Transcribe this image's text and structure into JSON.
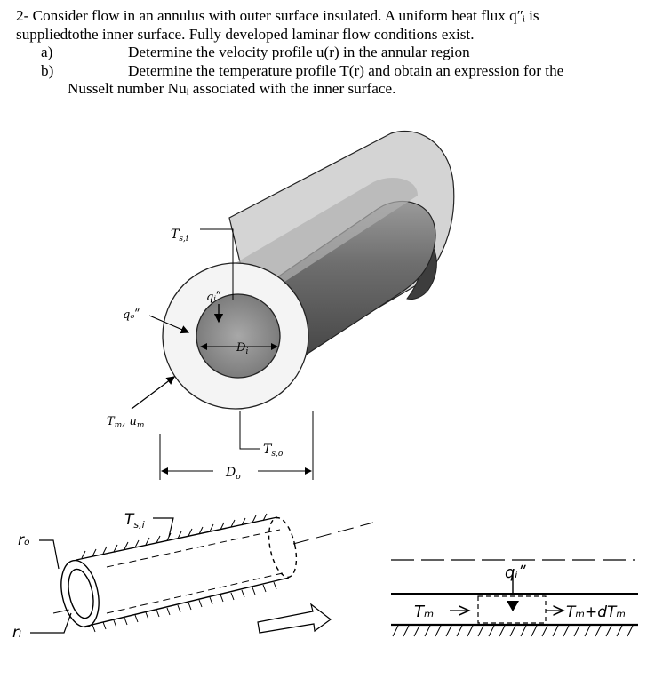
{
  "problem": {
    "line1": "2- Consider flow in an annulus with outer surface insulated. A uniform heat flux qʺᵢ is",
    "line2": "suppliedtothe inner surface. Fully developed laminar flow conditions exist.",
    "a_letter": "a)",
    "a_text": "Determine the velocity profile u(r) in the annular region",
    "b_letter": "b)",
    "b_text": "Determine the temperature profile T(r) and obtain an expression for the",
    "line_last": "Nusselt number Nuᵢ associated with the inner surface."
  },
  "figure_top": {
    "label_tsi": "T",
    "label_tsi_sub": "s,i",
    "label_qi": "qᵢʺ",
    "label_qo": "qₒʺ",
    "label_di": "D",
    "label_di_sub": "i",
    "label_tm_um": "T",
    "label_tm_sub": "m",
    "label_um": ", u",
    "label_um_sub": "m",
    "label_tso": "T",
    "label_tso_sub": "s,o",
    "label_do": "D",
    "label_do_sub": "o"
  },
  "figure_bottom_left": {
    "label_tsi": "T",
    "label_tsi_sub": "s,i",
    "label_ro": "rₒ",
    "label_ri": "rᵢ"
  },
  "figure_bottom_right": {
    "label_q": "qᵢʺ",
    "label_tm": "Tₘ",
    "label_tm_dtm": "Tₘ+dTₘ"
  },
  "colors": {
    "tube_dark": "#4a4a4a",
    "tube_mid": "#8c8c8c",
    "tube_light": "#c8c8c8",
    "annulus": "#f2f2f2"
  }
}
